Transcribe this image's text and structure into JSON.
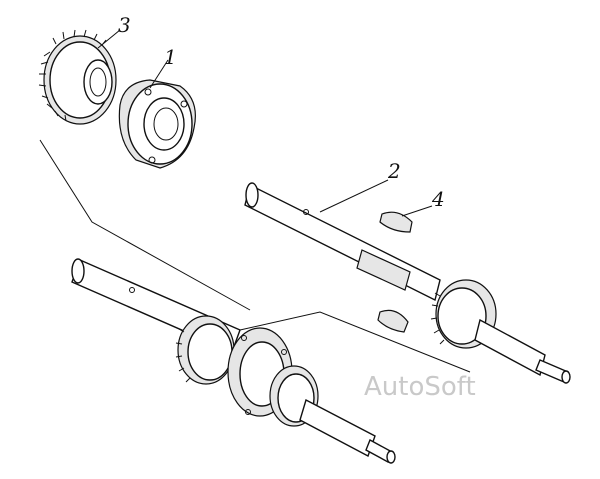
{
  "callouts": {
    "label_1": "1",
    "label_2": "2",
    "label_3": "3",
    "label_4": "4"
  },
  "watermark": "AutoSoft",
  "colors": {
    "ink": "#111111",
    "watermark": "#c9c9c9",
    "background": "#ffffff"
  }
}
